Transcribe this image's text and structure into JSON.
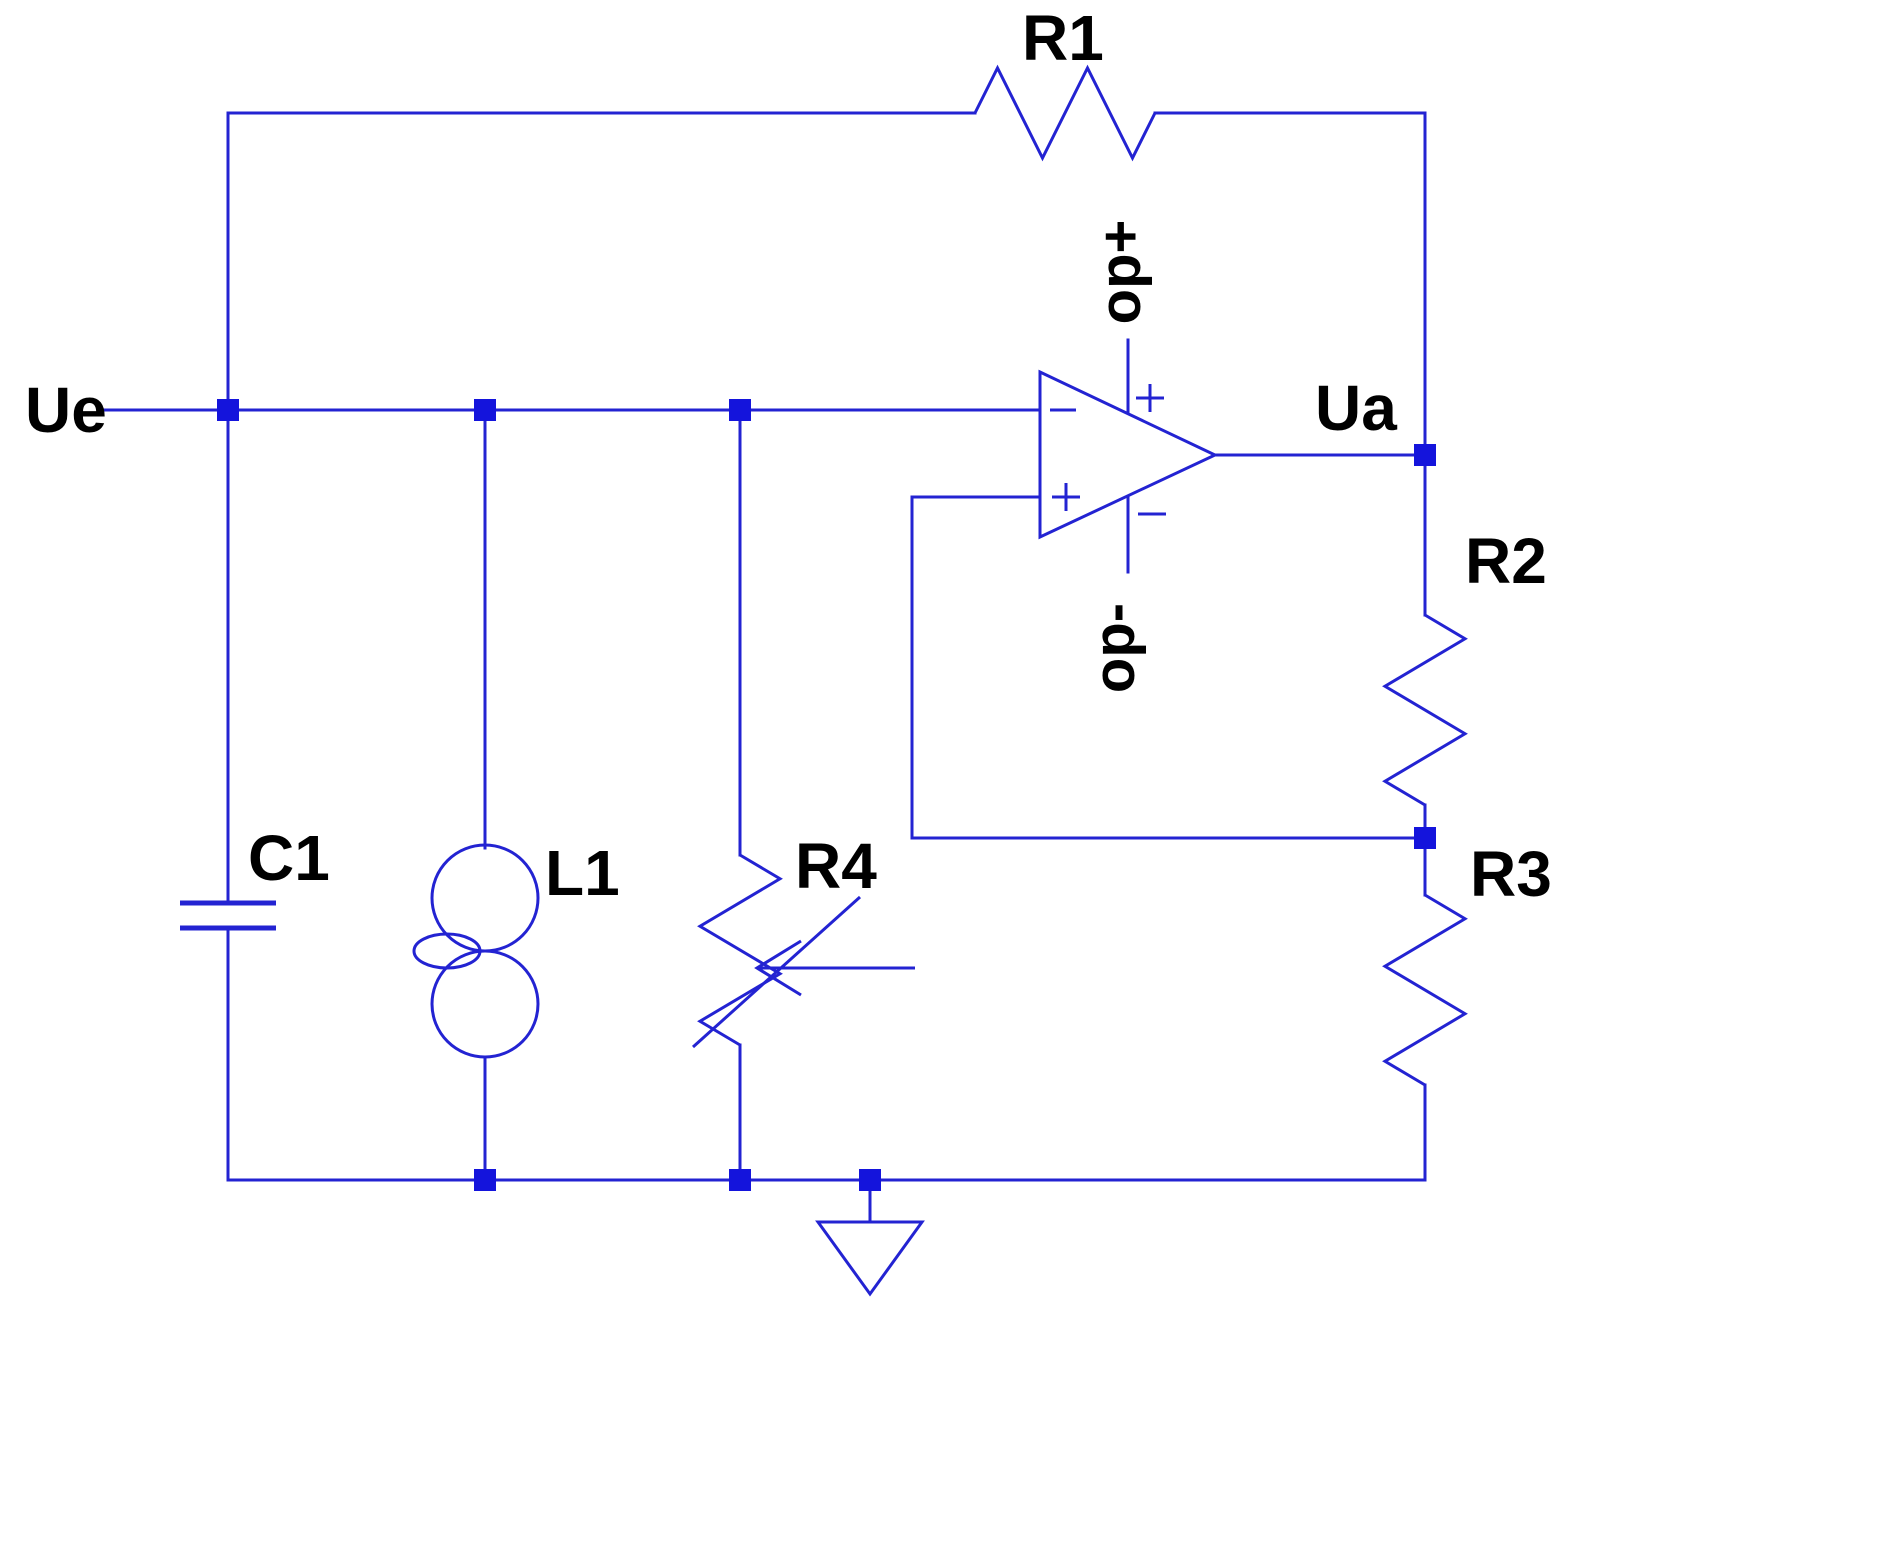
{
  "circuit": {
    "kind": "schematic",
    "colors": {
      "background": "#ffffff",
      "wire": "#2323d2",
      "node_fill": "#1414dc",
      "label": "#000000"
    },
    "nets": {
      "input": "Ue",
      "output": "Ua"
    },
    "components": {
      "r1": {
        "label": "R1",
        "type": "resistor"
      },
      "r2": {
        "label": "R2",
        "type": "resistor"
      },
      "r3": {
        "label": "R3",
        "type": "resistor"
      },
      "r4": {
        "label": "R4",
        "type": "variable-resistor"
      },
      "c1": {
        "label": "C1",
        "type": "capacitor"
      },
      "l1": {
        "label": "L1",
        "type": "inductor"
      },
      "opamp": {
        "type": "operational-amplifier",
        "supply_pos_label": "op+",
        "supply_neg_label": "op-",
        "input_marks": {
          "inverting": "−",
          "noninverting": "+"
        },
        "supply_marks": {
          "positive": "+",
          "negative": "−"
        }
      },
      "ground": {
        "type": "earth-ground-symbol"
      }
    }
  }
}
